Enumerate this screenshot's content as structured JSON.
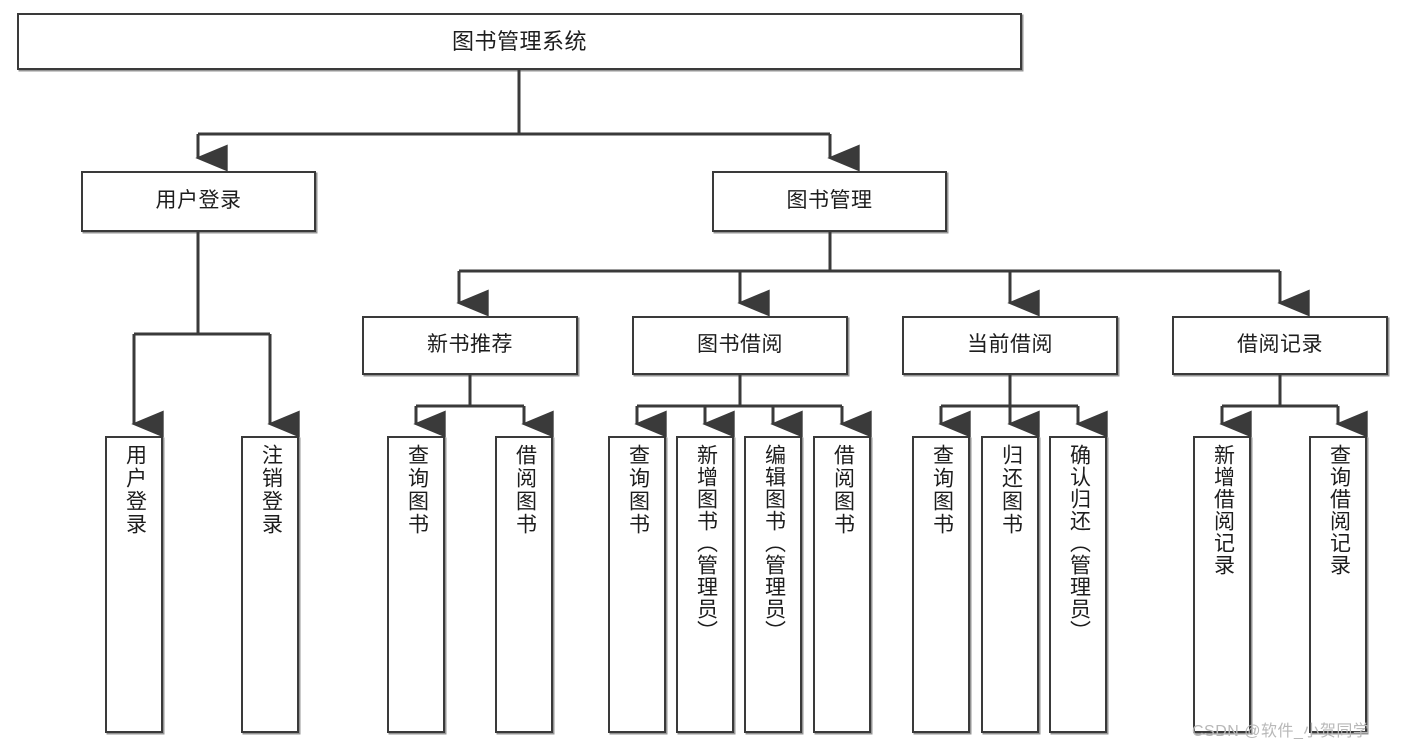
{
  "diagram": {
    "type": "tree",
    "title": "图书管理系统",
    "watermark": "CSDN @软件_小贺同学",
    "nodes": {
      "root": {
        "label": "图书管理系统"
      },
      "level2": [
        {
          "id": "user-login",
          "label": "用户登录"
        },
        {
          "id": "book-manage",
          "label": "图书管理"
        }
      ],
      "level3": [
        {
          "id": "new-book-rec",
          "label": "新书推荐"
        },
        {
          "id": "book-borrow",
          "label": "图书借阅"
        },
        {
          "id": "current-borrow",
          "label": "当前借阅"
        },
        {
          "id": "borrow-record",
          "label": "借阅记录"
        }
      ],
      "leaves": {
        "user_login": [
          {
            "id": "leaf-user-login",
            "label": "用户登录"
          },
          {
            "id": "leaf-user-logout",
            "label": "注销登录"
          }
        ],
        "new_book_rec": [
          {
            "id": "leaf-query-book-1",
            "label": "查询图书"
          },
          {
            "id": "leaf-borrow-book-1",
            "label": "借阅图书"
          }
        ],
        "book_borrow": [
          {
            "id": "leaf-query-book-2",
            "label": "查询图书"
          },
          {
            "id": "leaf-add-book",
            "label": "新增图书（管理员）"
          },
          {
            "id": "leaf-edit-book",
            "label": "编辑图书（管理员）"
          },
          {
            "id": "leaf-borrow-book-2",
            "label": "借阅图书"
          }
        ],
        "current_borrow": [
          {
            "id": "leaf-query-book-3",
            "label": "查询图书"
          },
          {
            "id": "leaf-return-book",
            "label": "归还图书"
          },
          {
            "id": "leaf-confirm-return",
            "label": "确认归还（管理员）"
          }
        ],
        "borrow_record": [
          {
            "id": "leaf-add-record",
            "label": "新增借阅记录"
          },
          {
            "id": "leaf-query-record",
            "label": "查询借阅记录"
          }
        ]
      }
    },
    "colors": {
      "border": "#3a3a3a",
      "background": "#ffffff",
      "text": "#1d1d1d",
      "watermark": "#b8b8b8"
    }
  }
}
